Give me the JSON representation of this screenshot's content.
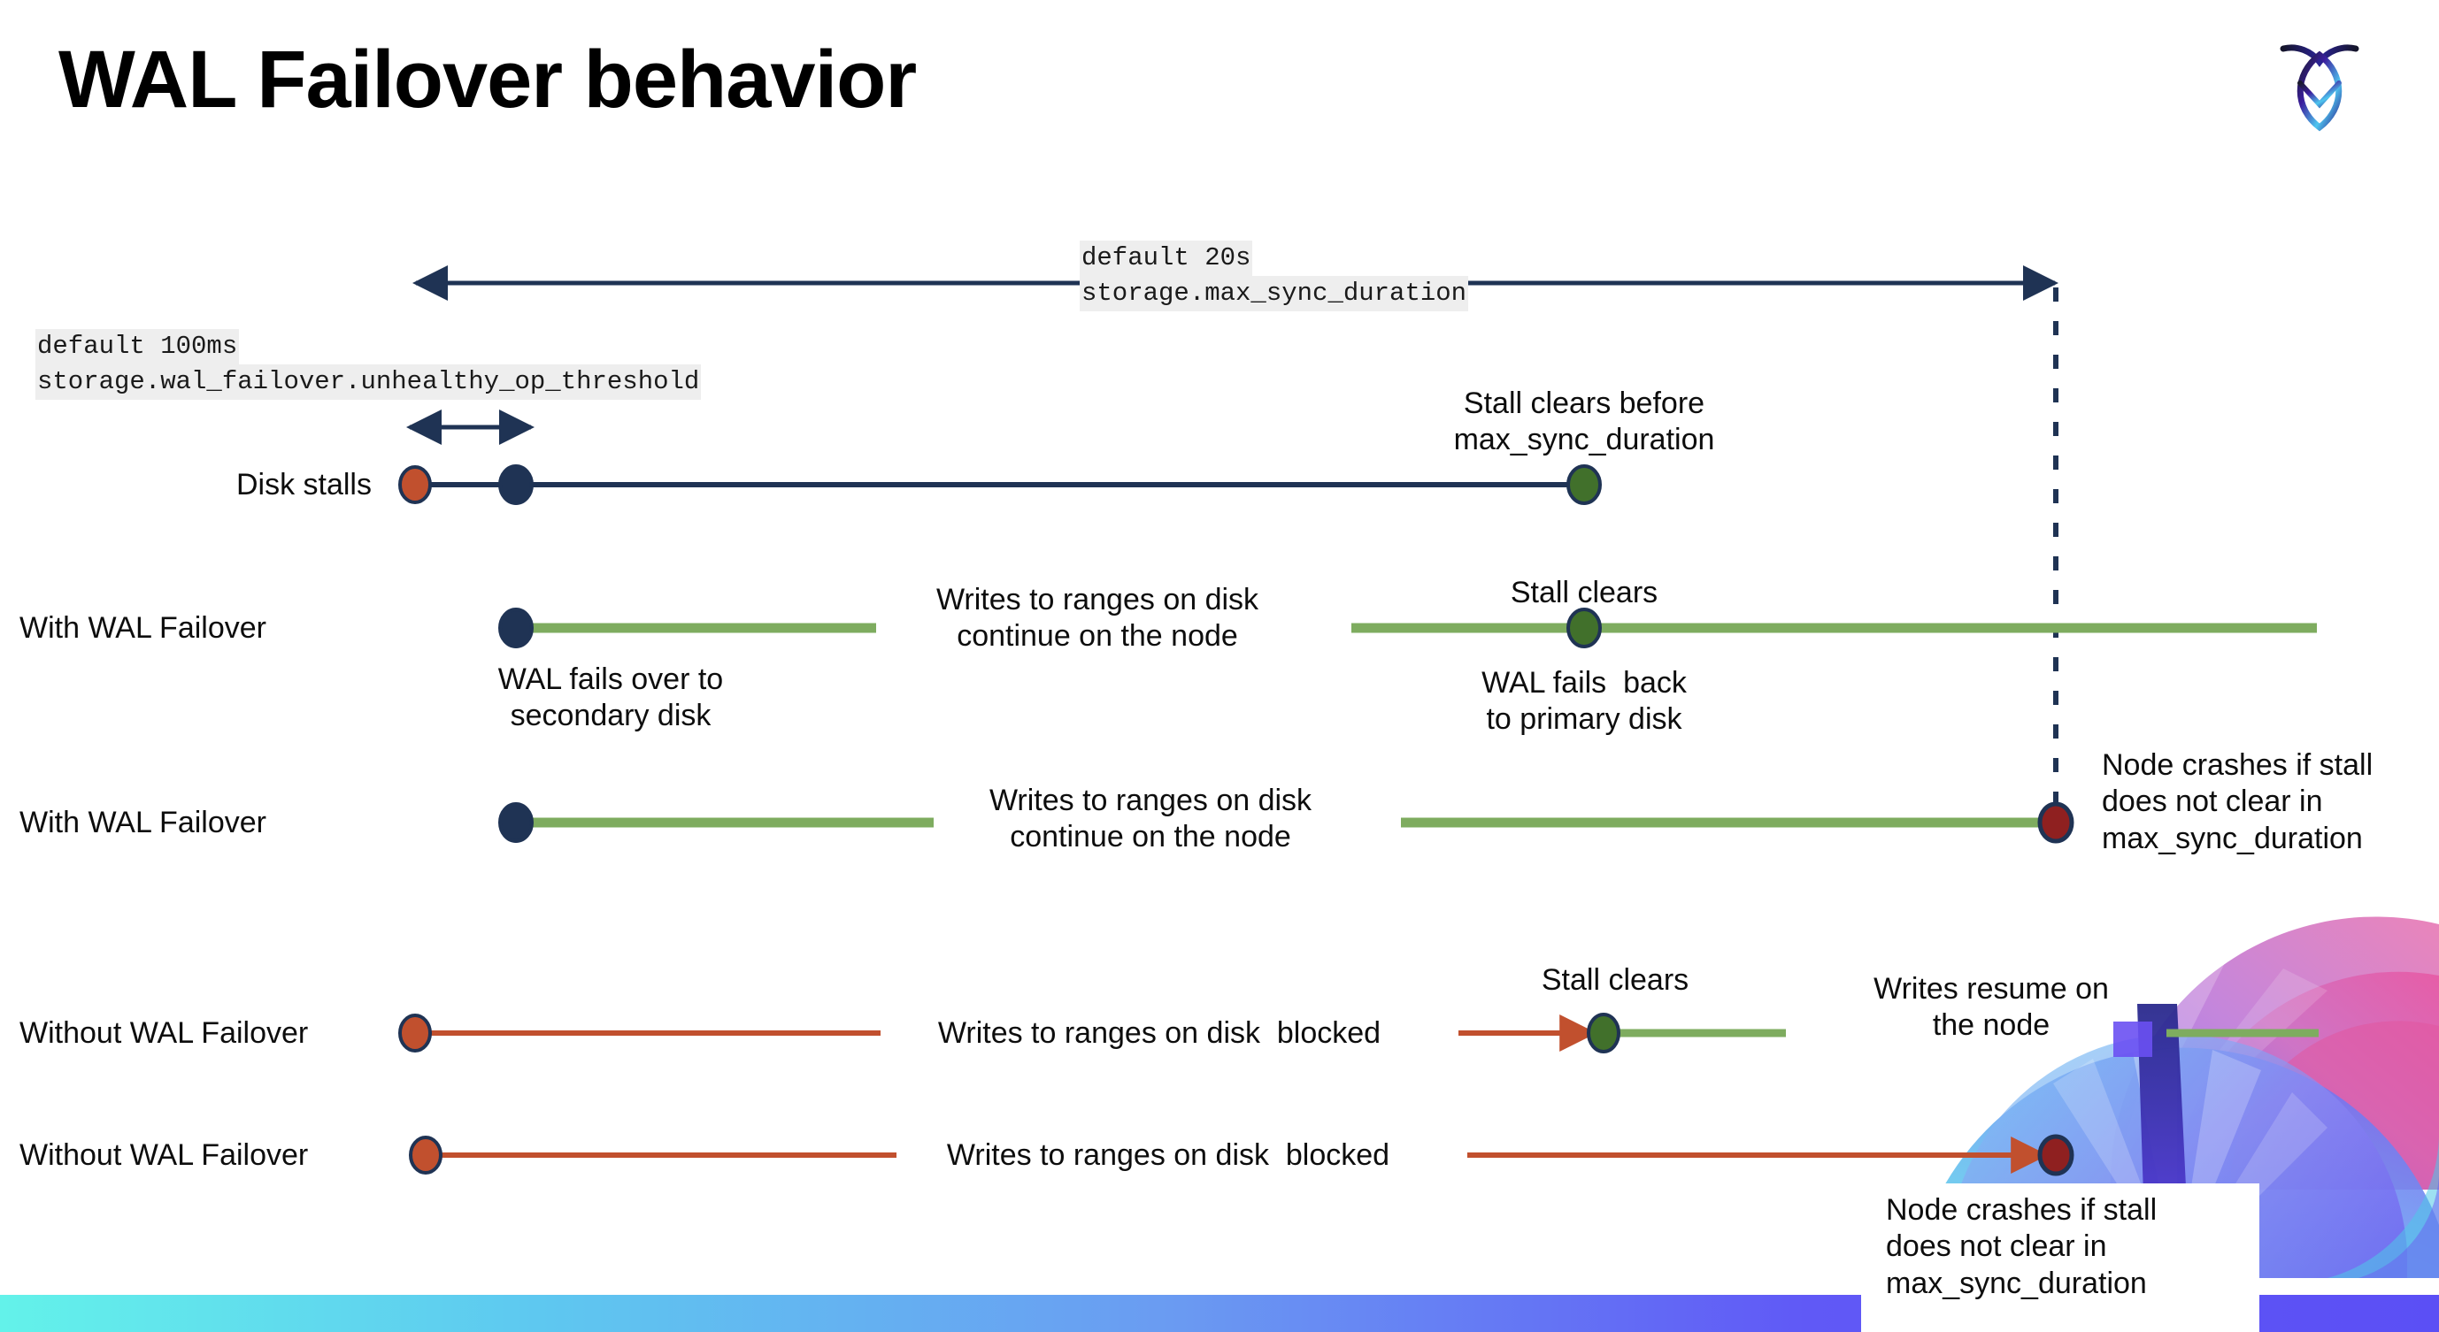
{
  "slide": {
    "title": "WAL Failover behavior",
    "logo_name": "cockroachdb-logo"
  },
  "annotations": {
    "max_sync": {
      "default": "default 20s",
      "setting": "storage.max_sync_duration"
    },
    "unhealthy_op": {
      "default": "default 100ms",
      "setting": "storage.wal_failover.unhealthy_op_threshold"
    }
  },
  "rows": [
    {
      "id": "disk-stalls",
      "label": "Disk stalls",
      "note_above": "Stall clears before\nmax_sync_duration"
    },
    {
      "id": "with-wal-failover-clears",
      "label": "With WAL Failover",
      "note_start": "WAL fails over to\nsecondary disk",
      "note_mid": "Writes to ranges on disk\ncontinue on the node",
      "note_clear": "Stall clears",
      "note_back": "WAL fails  back\nto primary disk"
    },
    {
      "id": "with-wal-failover-crash",
      "label": "With WAL Failover",
      "note_mid": "Writes to ranges on disk\ncontinue on the node",
      "note_crash": "Node crashes if stall\ndoes not clear in\nmax_sync_duration"
    },
    {
      "id": "without-wal-failover-clears",
      "label": "Without WAL Failover",
      "note_mid": "Writes to ranges on disk  blocked",
      "note_clear": "Stall clears",
      "note_resume": "Writes resume on\nthe node"
    },
    {
      "id": "without-wal-failover-crash",
      "label": "Without WAL Failover",
      "note_mid": "Writes to ranges on disk  blocked",
      "note_crash": "Node crashes if stall\ndoes not clear in\nmax_sync_duration"
    }
  ],
  "colors": {
    "navy": "#1F3354",
    "green_line": "#7EAC5F",
    "green_dot": "#41702B",
    "orange": "#C1502E",
    "dark_red": "#8F2020",
    "chip_bg": "#EEEEEE",
    "bar_start": "#63F2EA",
    "bar_end": "#5B4FF5"
  }
}
